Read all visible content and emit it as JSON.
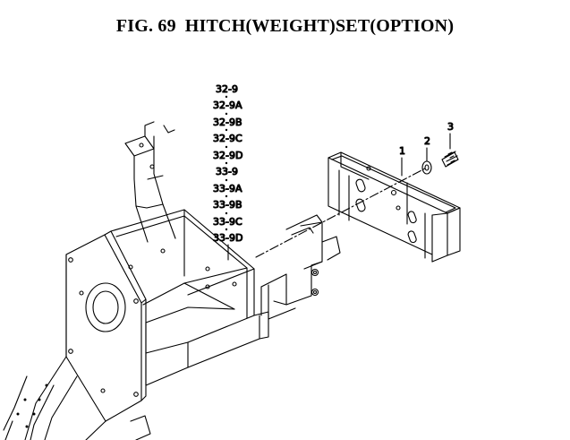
{
  "title": {
    "fig_number": "FIG. 69",
    "fig_name": "HITCH(WEIGHT)SET(OPTION)"
  },
  "parts_stack": [
    "32-9",
    "32-9A",
    "32-9B",
    "32-9C",
    "32-9D",
    "33-9",
    "33-9A",
    "33-9B",
    "33-9C",
    "33-9D"
  ],
  "callouts": {
    "hitch_bracket": "1",
    "washer": "2",
    "bolt": "3"
  }
}
